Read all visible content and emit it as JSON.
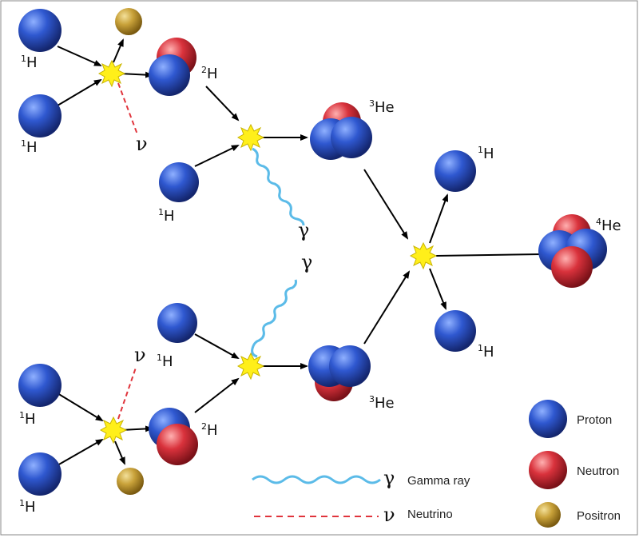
{
  "colors": {
    "proton": "#2a4fc4",
    "neutron": "#d8333f",
    "positron": "#c9a23a",
    "gamma": "#5bbbe8",
    "neutrino": "#e0343c",
    "flash": "#ffef1a"
  },
  "particles": {
    "hydrogen": {
      "mass": "1",
      "symbol": "H"
    },
    "deuterium": {
      "mass": "2",
      "symbol": "H"
    },
    "helium3": {
      "mass": "3",
      "symbol": "He"
    },
    "helium4": {
      "mass": "4",
      "symbol": "He"
    }
  },
  "symbols": {
    "gamma": "γ",
    "neutrino": "ν"
  },
  "legend": {
    "gamma_ray": "Gamma ray",
    "neutrino": "Neutrino",
    "proton": "Proton",
    "neutron": "Neutron",
    "positron": "Positron"
  }
}
